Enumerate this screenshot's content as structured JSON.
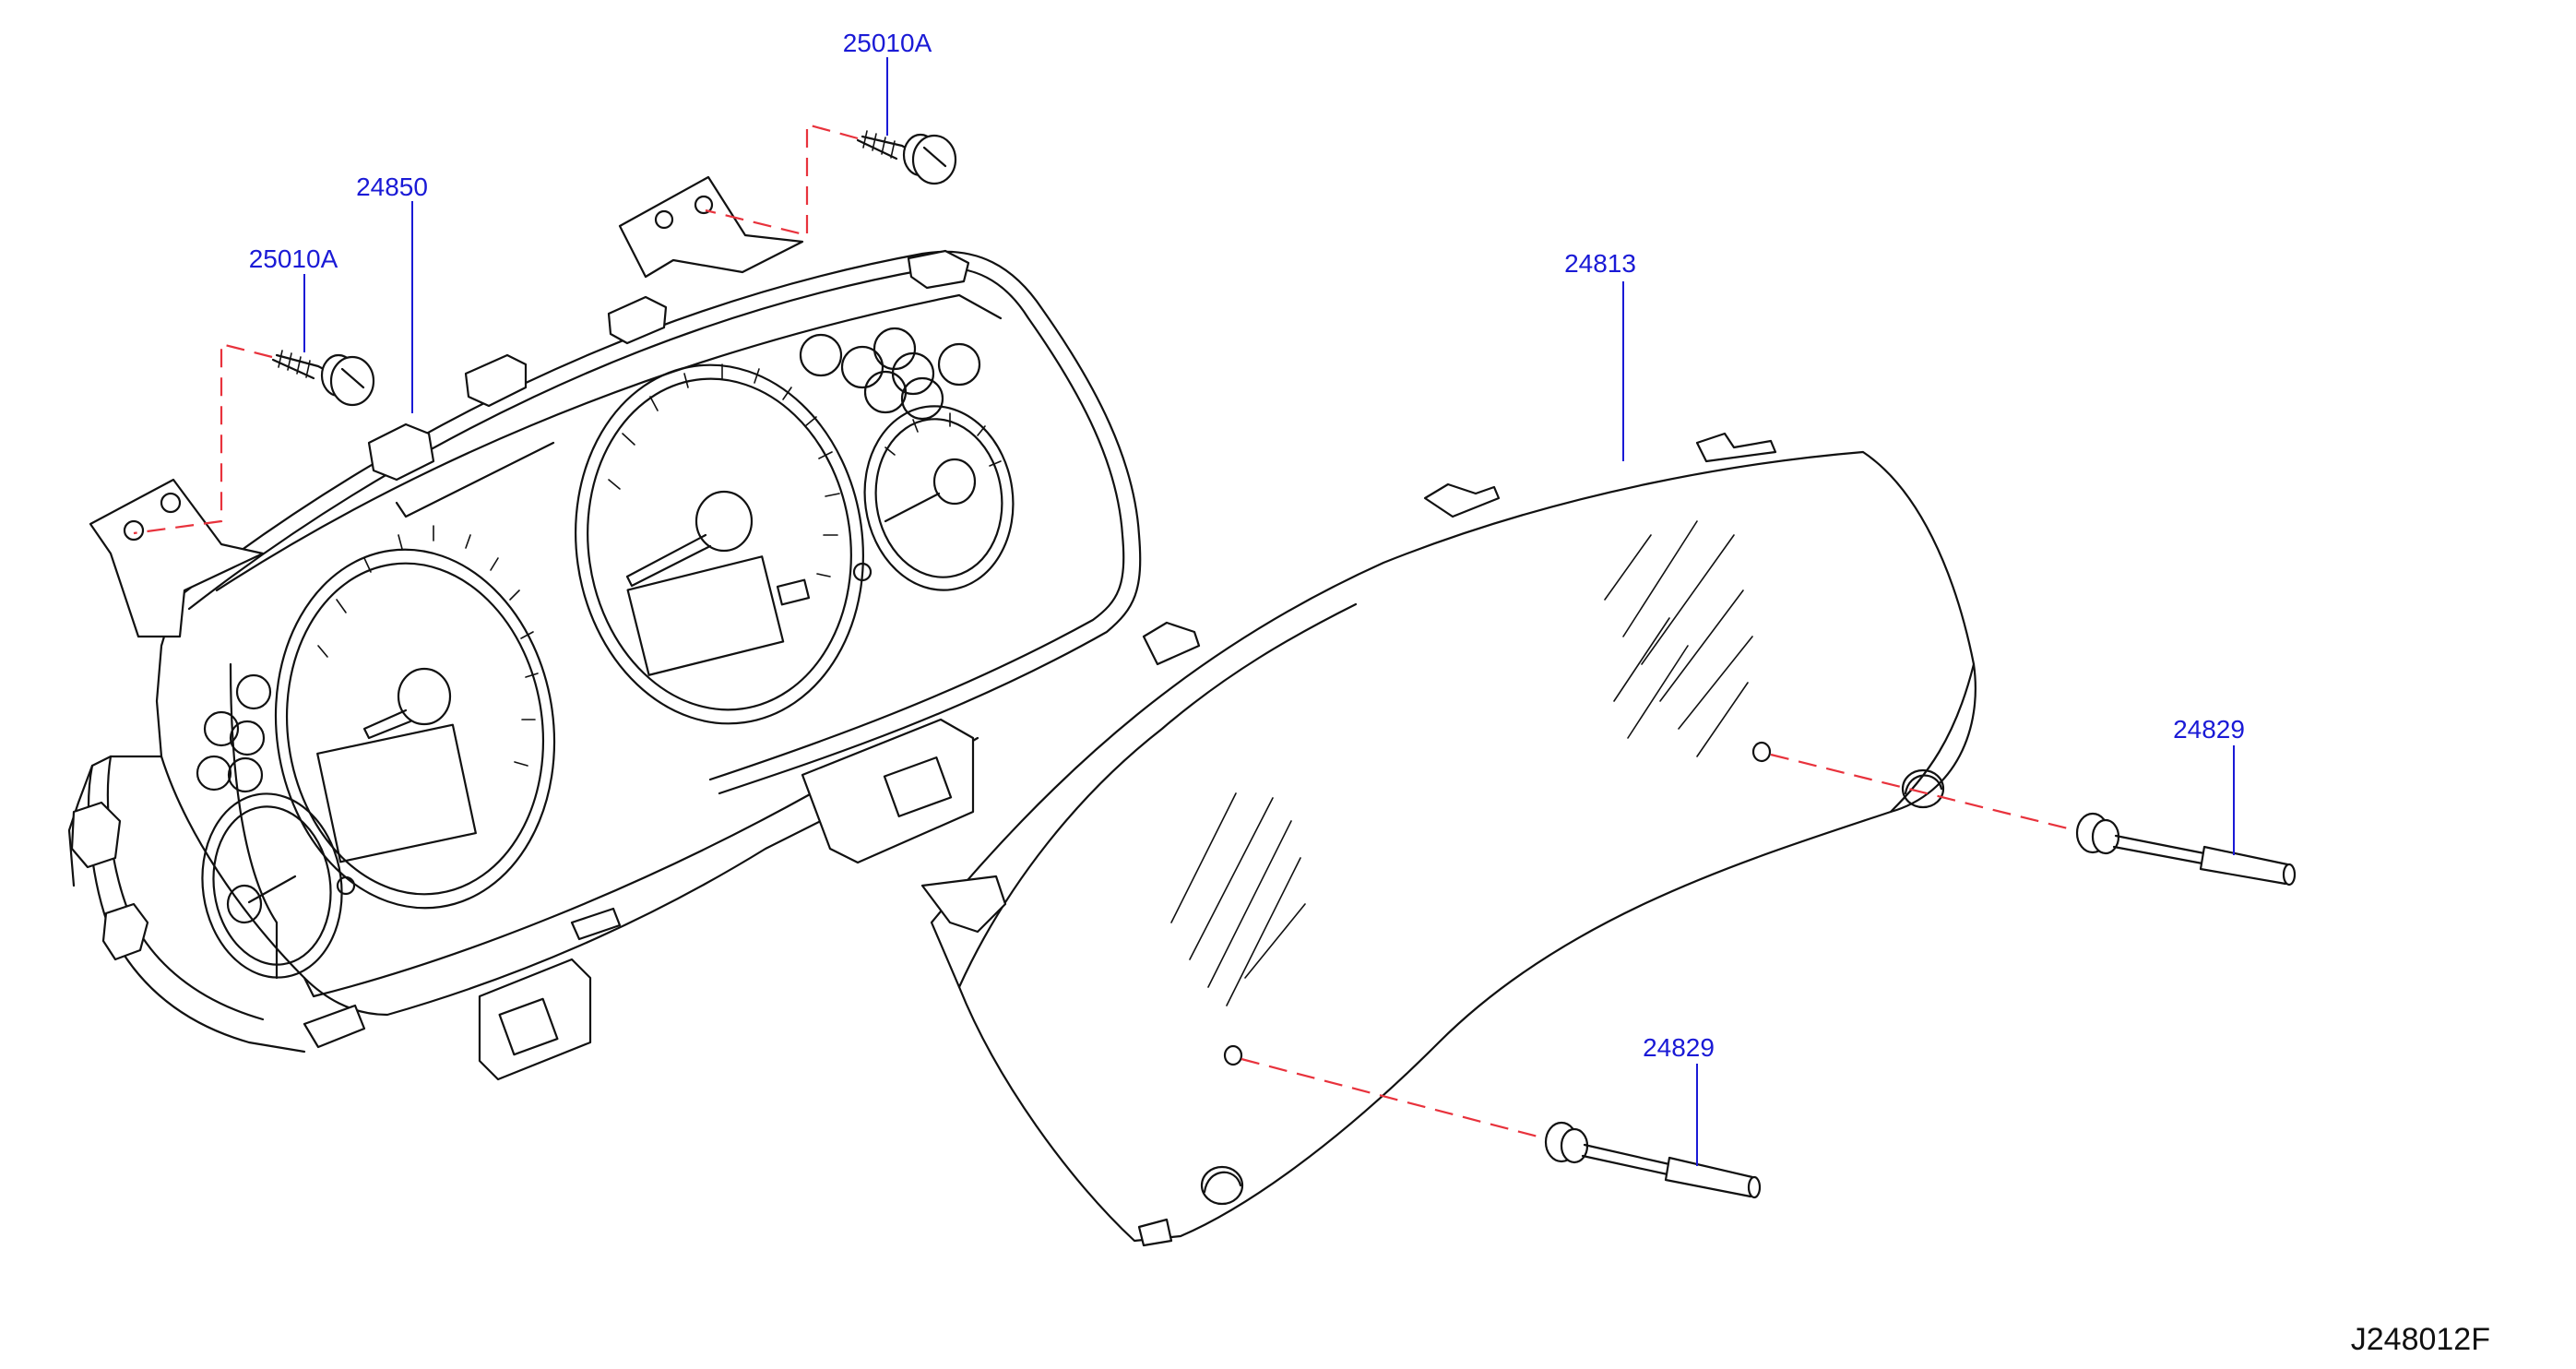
{
  "colors": {
    "callout": "#1a1ad6",
    "dashed_line": "#e8323c",
    "drawing": "#111111"
  },
  "callouts": [
    {
      "id": "c1",
      "label": "25010A"
    },
    {
      "id": "c2",
      "label": "24850"
    },
    {
      "id": "c3",
      "label": "25010A"
    },
    {
      "id": "c4",
      "label": "24813"
    },
    {
      "id": "c5",
      "label": "24829"
    },
    {
      "id": "c6",
      "label": "24829"
    }
  ],
  "reference_code": "J248012F"
}
